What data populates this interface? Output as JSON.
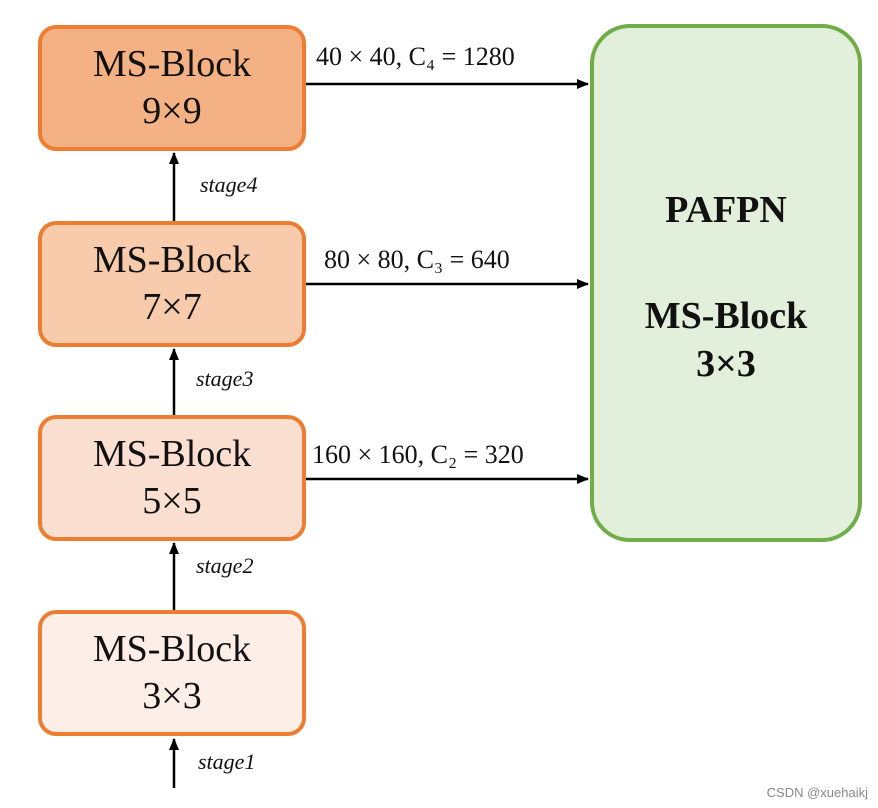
{
  "blocks": [
    {
      "title": "MS-Block",
      "kernel": "9×9"
    },
    {
      "title": "MS-Block",
      "kernel": "7×7"
    },
    {
      "title": "MS-Block",
      "kernel": "5×5"
    },
    {
      "title": "MS-Block",
      "kernel": "3×3"
    }
  ],
  "stages": [
    "stage4",
    "stage3",
    "stage2",
    "stage1"
  ],
  "edges": [
    {
      "label": "40 × 40, C₄ = 1280"
    },
    {
      "label": "80 × 80, C₃ = 640"
    },
    {
      "label": "160 × 160, C₂ = 320"
    }
  ],
  "pafpn": {
    "title": "PAFPN",
    "subtitle": "MS-Block",
    "kernel": "3×3"
  },
  "watermark": "CSDN @xuehaikj",
  "colors": {
    "block_border": "#ed7d31",
    "block_fills": [
      "#f4b183",
      "#f8cbad",
      "#fbe0d2",
      "#fdefe8"
    ],
    "pafpn_border": "#70ad47",
    "pafpn_fill": "#e2efda",
    "arrow": "#000000"
  }
}
